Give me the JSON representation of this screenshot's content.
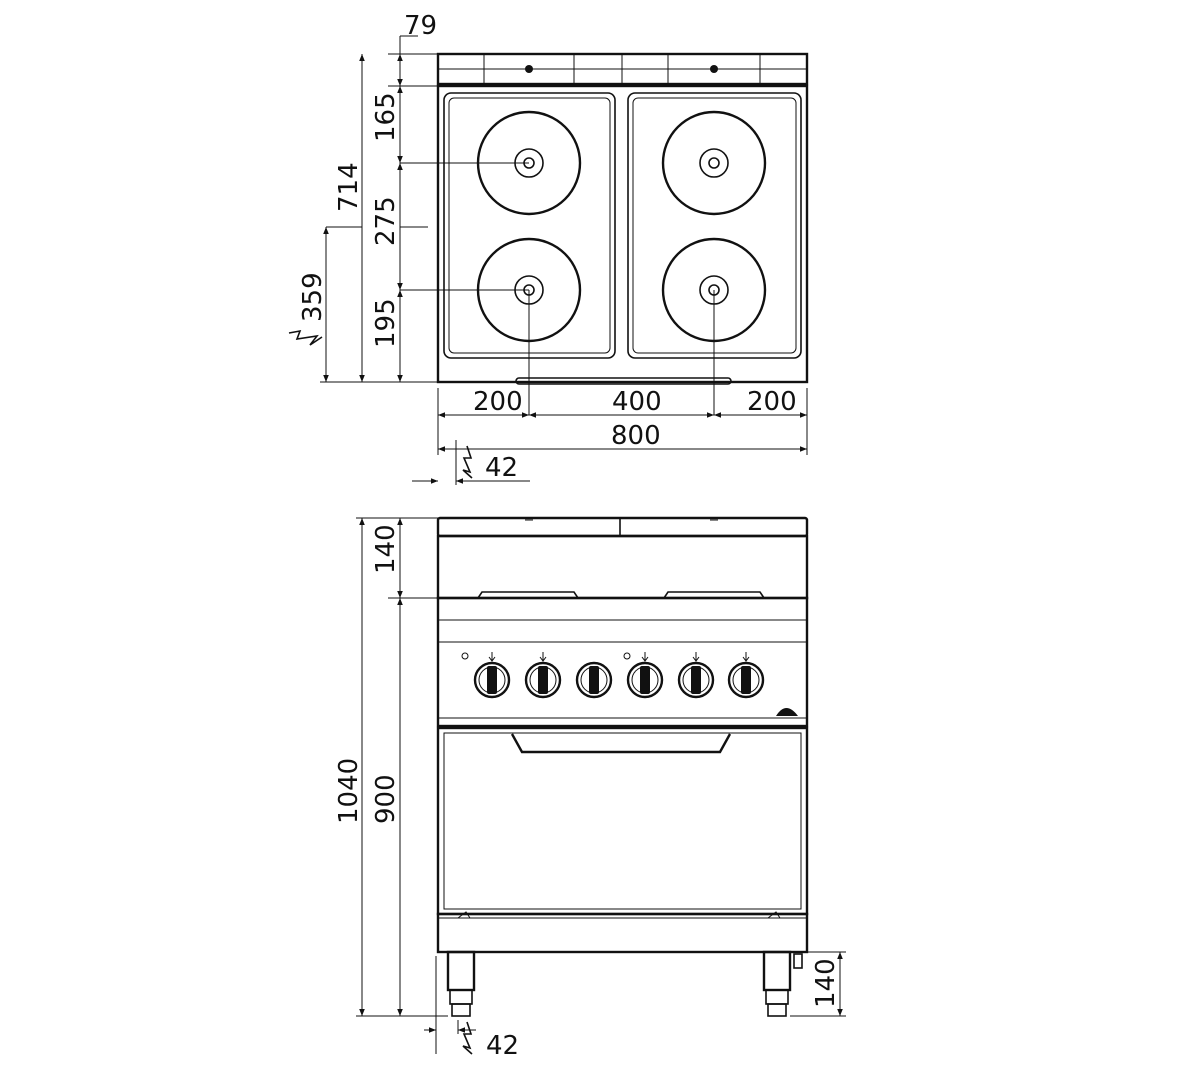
{
  "colors": {
    "ink": "#111111",
    "paper": "#ffffff"
  },
  "top_view": {
    "depth_total": "714",
    "backsplash_depth": "79",
    "rear_to_back_burner": "165",
    "burner_spacing_depth": "275",
    "front_burner_to_front": "195",
    "electric_connection_height": "359",
    "left_to_burner_center": "200",
    "burner_spacing_width": "400",
    "burner_center_to_right": "200",
    "width_total": "800",
    "electric_connection_offset": "42"
  },
  "front_view": {
    "height_total": "1040",
    "hob_height": "140",
    "worktop_height": "900",
    "leg_height": "140",
    "electric_connection_offset": "42",
    "knob_count": 6
  }
}
